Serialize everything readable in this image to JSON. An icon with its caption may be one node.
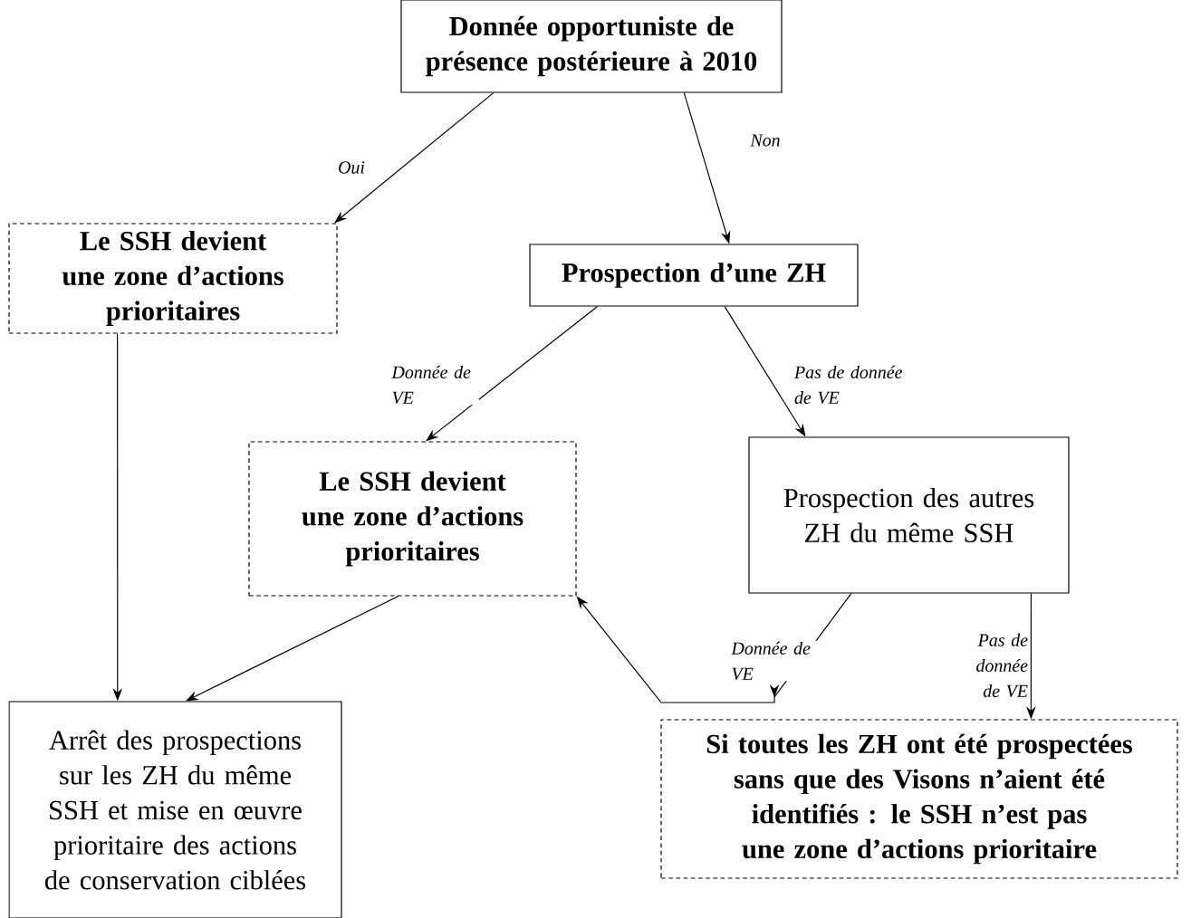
{
  "diagram": {
    "nodes": [
      {
        "text": [
          "Donnée opportuniste de présence postérieure à 2010"
        ]
      },
      {
        "text": [
          "Le SSH devient une zone d’actions prioritaires"
        ]
      },
      {
        "text": [
          "Prospection d’une ZH"
        ]
      },
      {
        "text": [
          "Le SSH devient une zone d’actions prioritaires"
        ]
      },
      {
        "text": [
          "Prospection des autres ZH du même SSH"
        ]
      },
      {
        "text": [
          "Arrêt des prospections sur les ZH du même SSH et mise en œuvre prioritaire des actions de conservation ciblées"
        ]
      },
      {
        "text": [
          "Si toutes les ZH ont été prospectées sans que des Visons n’aient été identifiés : le SSH n’est pas une zone d’actions prioritaire"
        ]
      }
    ],
    "edges": [
      {
        "from": 0,
        "to": 1,
        "arrow": "to",
        "label": "Oui"
      },
      {
        "from": 0,
        "to": 2,
        "arrow": "to",
        "label": "Non"
      },
      {
        "from": 2,
        "to": 3,
        "arrow": "to",
        "label": "Donnée de VE"
      },
      {
        "from": 2,
        "to": 4,
        "arrow": "to",
        "label": "Pas de donnée de VE"
      },
      {
        "from": 1,
        "to": 5,
        "arrow": "to"
      },
      {
        "from": 3,
        "to": 5,
        "arrow": "to"
      },
      {
        "from": 4,
        "to": 3,
        "arrow": "to",
        "label": "Donnée de VE"
      },
      {
        "from": 4,
        "to": 6,
        "arrow": "to",
        "label": "Pas de donnée de VE"
      }
    ]
  }
}
